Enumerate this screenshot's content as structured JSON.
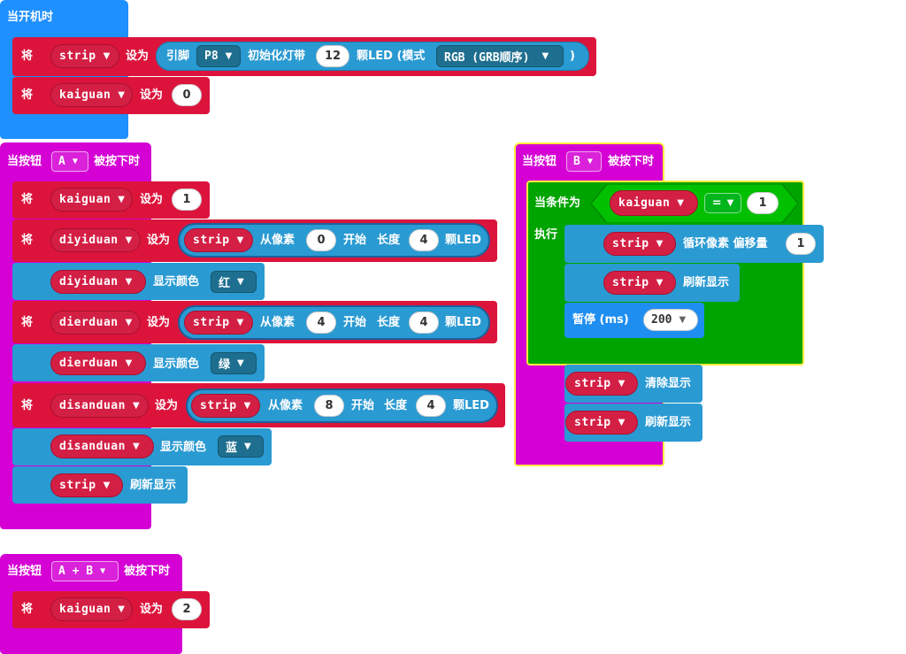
{
  "colors": {
    "basic_blue": "#1e90ff",
    "variables_red": "#dc143c",
    "input_magenta": "#d400d4",
    "neopixel_blue": "#2a9ad2",
    "logic_green": "#00a400",
    "pause_blue": "#1f8ef1",
    "highlight_yellow": "#ffec3d"
  },
  "on_start": {
    "label": "当开机时",
    "row1": {
      "set": "将",
      "var": "strip",
      "to": "设为",
      "pin_label": "引脚",
      "pin": "P8",
      "init": "初始化灯带",
      "count": "12",
      "led_mode": "颗LED (模式",
      "mode": "RGB (GRB顺序)",
      "close": ")"
    },
    "row2": {
      "set": "将",
      "var": "kaiguan",
      "to": "设为",
      "value": "0"
    }
  },
  "on_button_a": {
    "label": "当按钮",
    "button": "A",
    "pressed": "被按下时",
    "row1": {
      "set": "将",
      "var": "kaiguan",
      "to": "设为",
      "value": "1"
    },
    "row2": {
      "set": "将",
      "var": "diyiduan",
      "to": "设为",
      "src": "strip",
      "from": "从像素",
      "start": "0",
      "begin": "开始",
      "len_label": "长度",
      "len": "4",
      "leds": "颗LED"
    },
    "row3": {
      "var": "diyiduan",
      "show": "显示颜色",
      "color": "红"
    },
    "row4": {
      "set": "将",
      "var": "dierduan",
      "to": "设为",
      "src": "strip",
      "from": "从像素",
      "start": "4",
      "begin": "开始",
      "len_label": "长度",
      "len": "4",
      "leds": "颗LED"
    },
    "row5": {
      "var": "dierduan",
      "show": "显示颜色",
      "color": "绿"
    },
    "row6": {
      "set": "将",
      "var": "disanduan",
      "to": "设为",
      "src": "strip",
      "from": "从像素",
      "start": "8",
      "begin": "开始",
      "len_label": "长度",
      "len": "4",
      "leds": "颗LED"
    },
    "row7": {
      "var": "disanduan",
      "show": "显示颜色",
      "color": "蓝"
    },
    "row8": {
      "var": "strip",
      "action": "刷新显示"
    }
  },
  "on_button_b": {
    "label": "当按钮",
    "button": "B",
    "pressed": "被按下时",
    "if_label": "当条件为",
    "cond_var": "kaiguan",
    "op": "=",
    "cond_val": "1",
    "do_label": "执行",
    "inner1": {
      "var": "strip",
      "action": "循环像素 偏移量",
      "value": "1"
    },
    "inner2": {
      "var": "strip",
      "action": "刷新显示"
    },
    "inner3": {
      "label": "暂停 (ms)",
      "value": "200"
    },
    "after1": {
      "var": "strip",
      "action": "清除显示"
    },
    "after2": {
      "var": "strip",
      "action": "刷新显示"
    }
  },
  "on_button_ab": {
    "label": "当按钮",
    "button": "A + B",
    "pressed": "被按下时",
    "row1": {
      "set": "将",
      "var": "kaiguan",
      "to": "设为",
      "value": "2"
    }
  }
}
